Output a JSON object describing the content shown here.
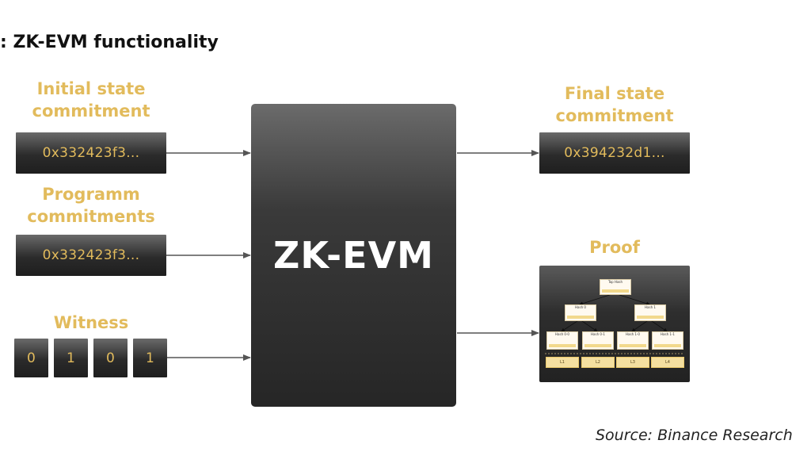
{
  "title": ": ZK-EVM functionality",
  "inputs": {
    "initial_label_1": "Initial state",
    "initial_label_2": "commitment",
    "initial_value": "0x332423f3...",
    "program_label_1": "Programm",
    "program_label_2": "commitments",
    "program_value": "0x332423f3...",
    "witness_label": "Witness",
    "witness_bits": [
      "0",
      "1",
      "0",
      "1"
    ]
  },
  "core_label": "ZK-EVM",
  "outputs": {
    "final_label_1": "Final state",
    "final_label_2": "commitment",
    "final_value": "0x394232d1...",
    "proof_label": "Proof"
  },
  "proof_tree": {
    "root": "Top Hash",
    "mid": [
      "Hash 0",
      "Hash 1"
    ],
    "leaves": [
      "Hash 0-0",
      "Hash 0-1",
      "Hash 1-0",
      "Hash 1-1"
    ],
    "data_blocks": [
      "L1",
      "L2",
      "L3",
      "L4"
    ]
  },
  "colors": {
    "accent": "#e2bb5c",
    "box_dark": "#262626",
    "arrow": "#555555"
  },
  "source": "Source: Binance Research"
}
